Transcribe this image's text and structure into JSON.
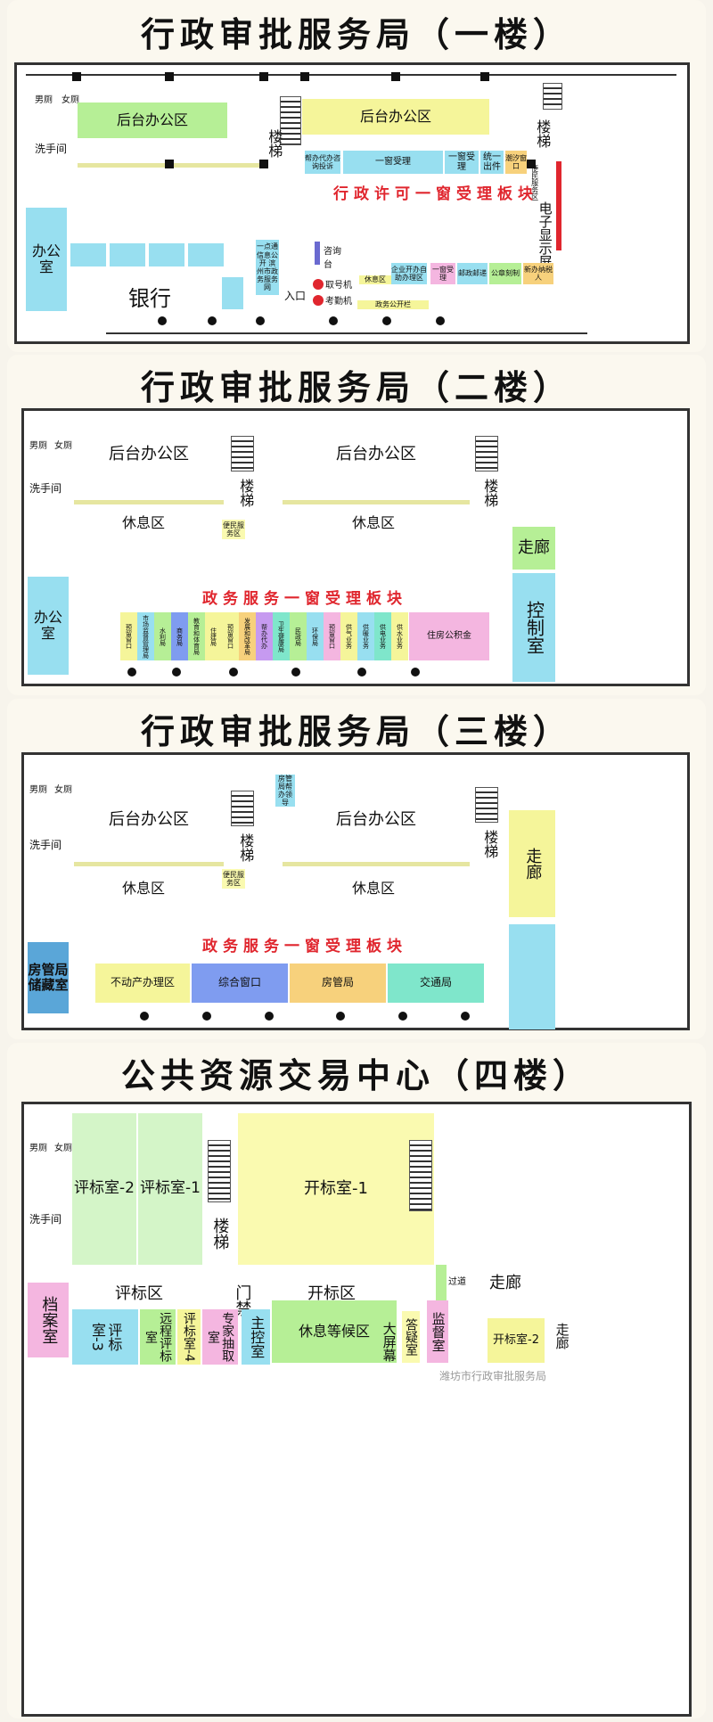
{
  "floors": {
    "f1": {
      "title": "行政审批服务局（一楼）",
      "labels": {
        "mens_wc": "男厕",
        "womens_wc": "女厕",
        "washroom": "洗手间",
        "back_office_left": "后台办公区",
        "back_office_right": "后台办公区",
        "stairs_left": "楼梯",
        "stairs_right": "楼梯",
        "office": "办公室",
        "bank": "银行",
        "proxy_service": "帮办代办咨询投诉",
        "window_accept": "一窗受理",
        "window_accept2": "一窗受理",
        "unified_out": "统一出件",
        "chaosha": "潮汐窗口",
        "convenience": "便民服务区",
        "board_title": "行政许可一窗受理板块",
        "screen": "电子显示屏",
        "info_public": "一点通 信息公开 滨州市政务服务网",
        "consult": "咨询台",
        "ticket": "取号机",
        "attendance": "考勤机",
        "rest_area": "休息区",
        "gov_public": "政务公开栏",
        "entrance": "入口",
        "enterprise": "企业开办自助办理区",
        "window3": "一窗受理",
        "post": "邮政邮递",
        "seal": "公章刻制",
        "tax": "新办纳税人"
      }
    },
    "f2": {
      "title": "行政审批服务局（二楼）",
      "labels": {
        "mens_wc": "男厕",
        "womens_wc": "女厕",
        "washroom": "洗手间",
        "back_office_left": "后台办公区",
        "back_office_right": "后台办公区",
        "stairs_left": "楼梯",
        "stairs_right": "楼梯",
        "rest_left": "休息区",
        "rest_right": "休息区",
        "convenience": "便民服务区",
        "corridor": "走廊",
        "control": "控制室",
        "office": "办公室",
        "board_title": "政务服务一窗受理板块",
        "windows": [
          "预留窗口",
          "市场监督管理局",
          "水利局",
          "商务局",
          "教育和体育局",
          "住建局",
          "预留窗口",
          "发展和改革局",
          "帮办代办",
          "卫生健康局",
          "民政局",
          "环保局",
          "预留窗口",
          "供气业务",
          "供暖业务",
          "供电业务",
          "供水业务"
        ],
        "housing_fund": "住房公积金"
      }
    },
    "f3": {
      "title": "行政审批服务局（三楼）",
      "labels": {
        "mens_wc": "男厕",
        "womens_wc": "女厕",
        "washroom": "洗手间",
        "back_office_left": "后台办公区",
        "back_office_right": "后台办公区",
        "stairs_left": "楼梯",
        "stairs_right": "楼梯",
        "rest_left": "休息区",
        "rest_right": "休息区",
        "convenience": "便民服务区",
        "housing_guide": "房管局帮办领导",
        "corridor": "走廊",
        "storage": "房管局储藏室",
        "board_title": "政务服务一窗受理板块",
        "windows": [
          "不动产办理区",
          "综合窗口",
          "房管局",
          "交通局"
        ]
      }
    },
    "f4": {
      "title": "公共资源交易中心（四楼）",
      "labels": {
        "mens_wc": "男厕",
        "womens_wc": "女厕",
        "washroom": "洗手间",
        "eval2": "评标室-2",
        "eval1": "评标室-1",
        "stairs": "楼梯",
        "bid_open1": "开标室-1",
        "eval_area": "评标区",
        "gate": "门禁",
        "bid_area": "开标区",
        "passage": "过道",
        "corridor": "走廊",
        "archive": "档案室",
        "eval3": "评标室-3",
        "remote_eval": "远程评标室",
        "eval4": "评标室-4",
        "expert": "专家抽取室",
        "main_control": "主控室",
        "waiting": "休息等候区",
        "big_screen": "大屏幕",
        "qa": "答疑室",
        "supervision": "监督室",
        "bid_open2": "开标室-2",
        "corridor2": "走廊"
      }
    }
  },
  "watermark": "潍坊市行政审批服务局",
  "colors": {
    "green": "#b6ef96",
    "yellow": "#f5f59a",
    "blue": "#98dff0",
    "pink": "#f4b6e0",
    "lightgreen": "#d4f5c8",
    "lightyellow": "#fafab0",
    "orange": "#f7d17c",
    "purple": "#a9a2f0",
    "teal": "#7fe6cb"
  }
}
